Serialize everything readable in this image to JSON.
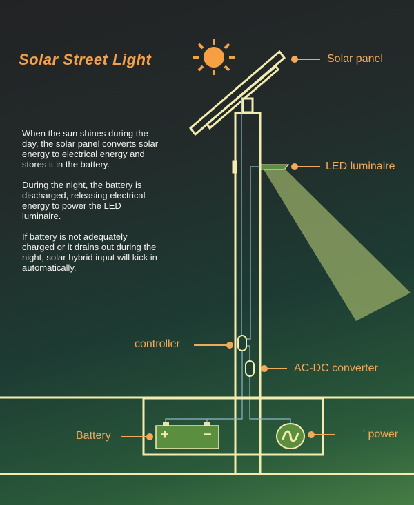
{
  "title": "Solar Street Light",
  "description": [
    "When the sun shines during the day, the solar panel converts solar energy to electrical energy and stores it in the battery.",
    "During the night, the battery is discharged, releasing electrical energy to power  the LED luminaire.",
    "If battery is not adequately charged or it drains out during the night, solar hybrid input will kick in automatically."
  ],
  "labels": {
    "solar_panel": "Solar panel",
    "led_luminaire": "LED luminaire",
    "controller": "controller",
    "ac_dc_converter": "AC-DC converter",
    "battery": "Battery",
    "power": "' power"
  },
  "battery_symbols": {
    "plus": "+",
    "minus": "−"
  },
  "colors": {
    "accent": "#f5a04a",
    "line": "#f3ecb0",
    "wire": "#8fb8c8",
    "component": "#5b8f3f"
  }
}
